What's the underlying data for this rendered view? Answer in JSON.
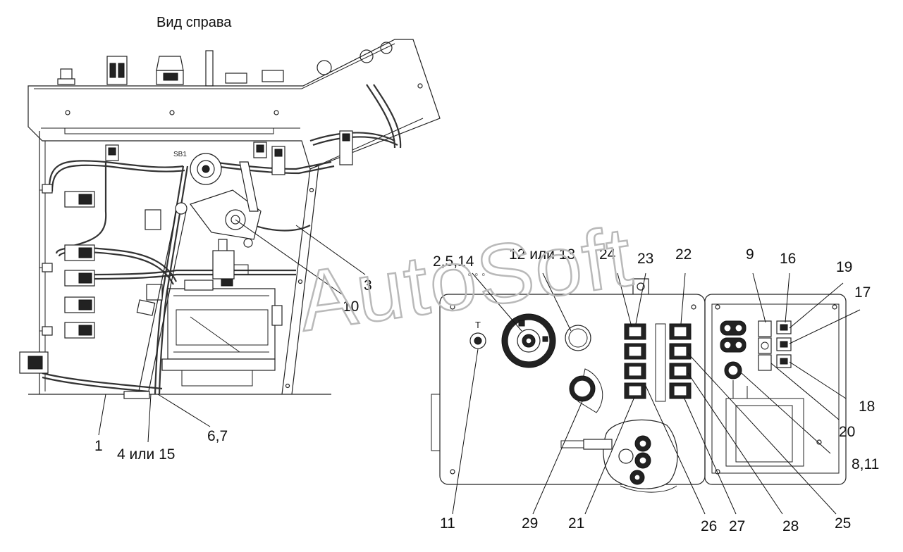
{
  "view_title": "Вид справа",
  "watermark": "AutoSoft",
  "labels": {
    "l1": "1",
    "l4_15": "4 или 15",
    "l6_7": "6,7",
    "l3": "3",
    "l10": "10",
    "l2_5_14": "2,5,14",
    "l12_13": "12 или 13",
    "l24": "24",
    "l23": "23",
    "l22": "22",
    "l9": "9",
    "l16": "16",
    "l19": "19",
    "l17": "17",
    "l18": "18",
    "l20": "20",
    "l8_11": "8,11",
    "l11": "11",
    "l29": "29",
    "l21": "21",
    "l26": "26",
    "l27": "27",
    "l28": "28",
    "l25": "25"
  },
  "markings": {
    "sb1": "SB1",
    "key_symbol": "T"
  }
}
